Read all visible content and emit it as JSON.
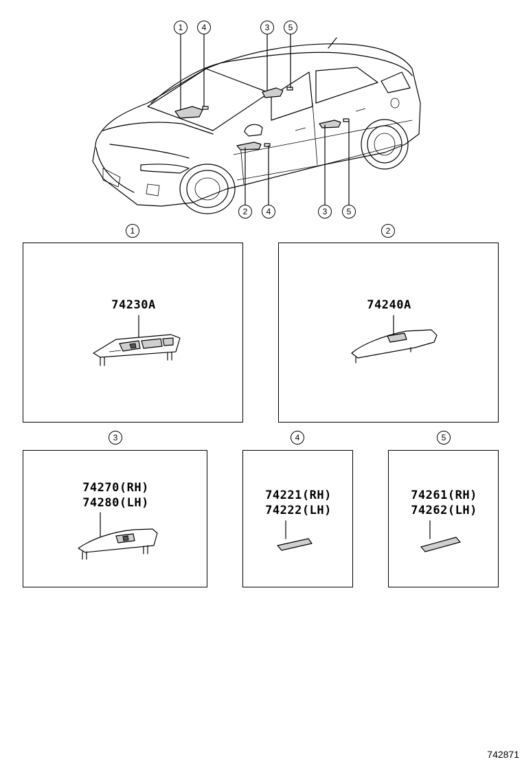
{
  "overview": {
    "callouts": [
      "1",
      "4",
      "3",
      "5",
      "2",
      "4",
      "3",
      "5"
    ]
  },
  "panels": [
    {
      "callout": "1",
      "part_numbers": [
        "74230A"
      ]
    },
    {
      "callout": "2",
      "part_numbers": [
        "74240A"
      ]
    },
    {
      "callout": "3",
      "part_numbers": [
        "74270(RH)",
        "74280(LH)"
      ]
    },
    {
      "callout": "4",
      "part_numbers": [
        "74221(RH)",
        "74222(LH)"
      ]
    },
    {
      "callout": "5",
      "part_numbers": [
        "74261(RH)",
        "74262(LH)"
      ]
    }
  ],
  "figure_id": "742871"
}
